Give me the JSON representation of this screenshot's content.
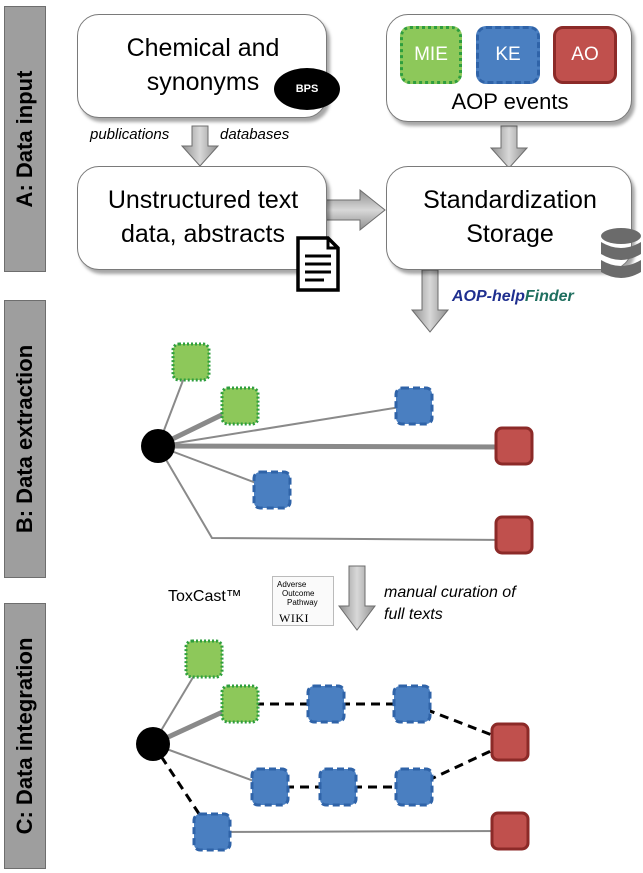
{
  "sections": {
    "a_label": "A: Data input",
    "b_label": "B: Data extraction",
    "c_label": "C: Data integration"
  },
  "input": {
    "chemical_line1": "Chemical and",
    "chemical_line2": "synonyms",
    "bps_badge": "BPS",
    "publications": "publications",
    "databases": "databases",
    "unstructured_line1": "Unstructured text",
    "unstructured_line2": "data, abstracts",
    "standardization": "Standardization",
    "storage": "Storage",
    "aop_events": "AOP events",
    "events": [
      "MIE",
      "KE",
      "AO"
    ]
  },
  "tool": {
    "name_part1": "AOP-help",
    "name_part2": "Finder"
  },
  "integration_sources": {
    "toxcast": "ToxCast™",
    "aop_wiki_line1": "Adverse",
    "aop_wiki_line2": "Outcome",
    "aop_wiki_line3": "Pathway",
    "aop_wiki_word": "WIKI",
    "manual_line1": "manual curation of",
    "manual_line2": "full texts"
  },
  "icons": [
    "document-icon",
    "database-icon"
  ],
  "colors": {
    "mie_green": "#8dc85a",
    "mie_border": "#2e9e3e",
    "ke_blue": "#4a7fc1",
    "ke_border": "#2f63a8",
    "ao_red": "#c0504d",
    "ao_border": "#8c2a28",
    "arrow_gray": "#a6a6a6",
    "tab_gray": "#9e9e9e"
  }
}
